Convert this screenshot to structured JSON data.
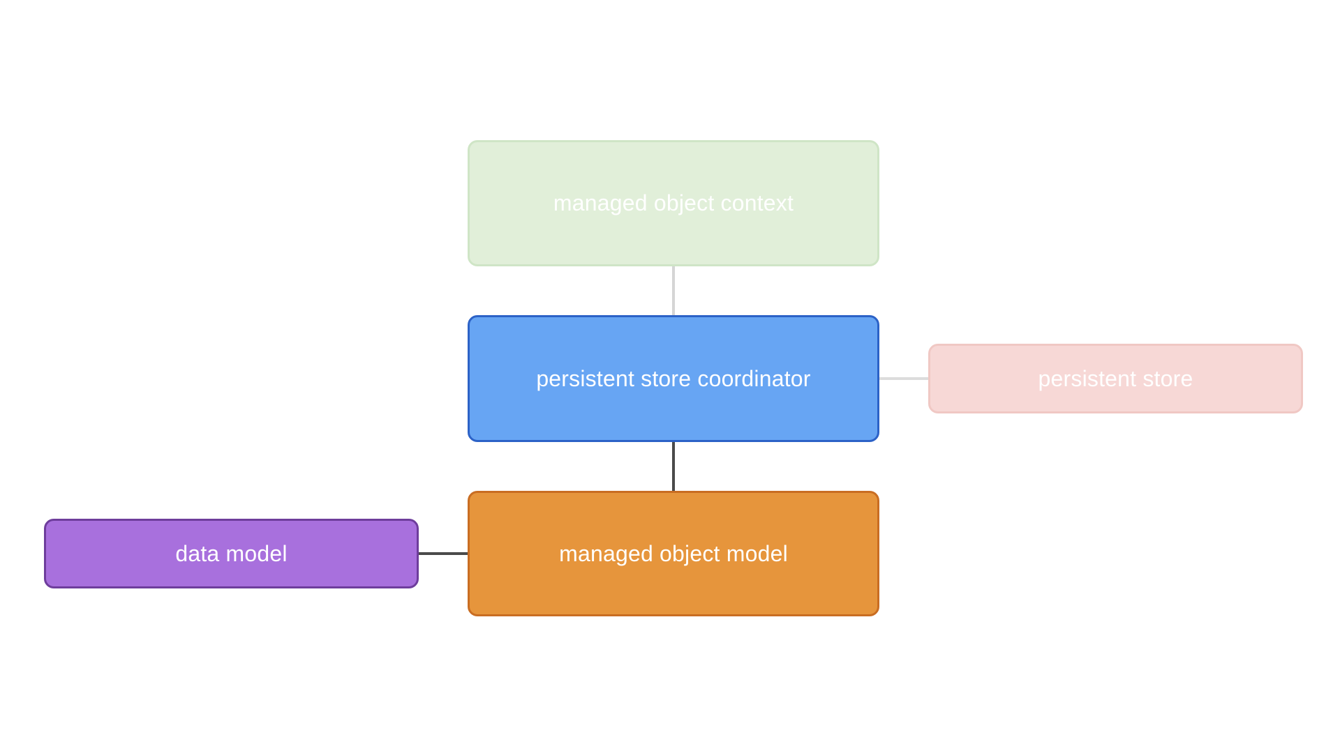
{
  "diagram": {
    "nodes": {
      "managed_object_context": {
        "label": "managed object context",
        "color": "#e1efd9",
        "dimmed": true
      },
      "persistent_store_coordinator": {
        "label": "persistent store coordinator",
        "color": "#67a5f3",
        "dimmed": false
      },
      "persistent_store": {
        "label": "persistent store",
        "color": "#f7d8d6",
        "dimmed": true
      },
      "managed_object_model": {
        "label": "managed object model",
        "color": "#e6953c",
        "dimmed": false
      },
      "data_model": {
        "label": "data model",
        "color": "#a870dd",
        "dimmed": false
      }
    },
    "edges": [
      {
        "from": "managed object context",
        "to": "persistent store coordinator",
        "dimmed": true
      },
      {
        "from": "persistent store coordinator",
        "to": "persistent store",
        "dimmed": true
      },
      {
        "from": "persistent store coordinator",
        "to": "managed object model",
        "dimmed": false
      },
      {
        "from": "data model",
        "to": "managed object model",
        "dimmed": false
      }
    ]
  }
}
